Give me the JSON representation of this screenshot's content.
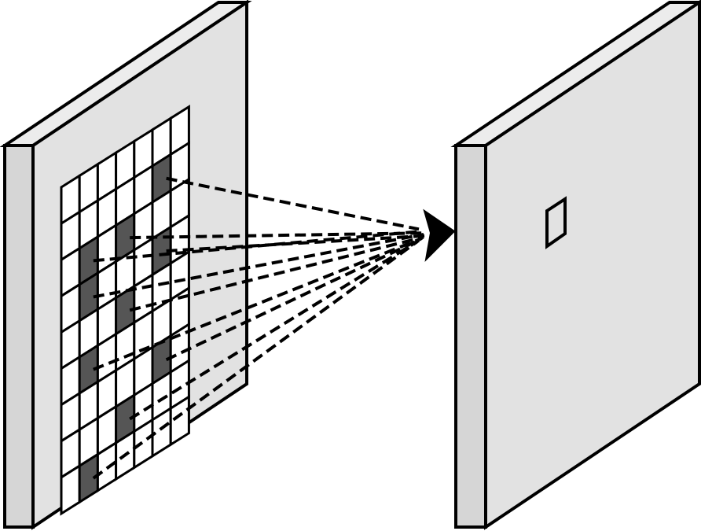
{
  "diagram": {
    "kind": "convolution-receptive-field",
    "colors": {
      "background": "#ffffff",
      "panel_face": "#e2e2e2",
      "panel_side": "#d6d6d6",
      "panel_top": "#ececec",
      "outline": "#000000",
      "filled_cell": "#555555",
      "empty_cell": "#ffffff",
      "connection_line": "#000000"
    },
    "input_layer": {
      "grid_rows": 9,
      "grid_cols": 7,
      "filled_cells": [
        [
          1,
          5
        ],
        [
          2,
          1
        ],
        [
          2,
          3
        ],
        [
          3,
          1
        ],
        [
          3,
          5
        ],
        [
          4,
          3
        ],
        [
          5,
          1
        ],
        [
          6,
          5
        ],
        [
          7,
          3
        ],
        [
          8,
          1
        ]
      ]
    },
    "connection": {
      "line_style": "dashed",
      "line_count": 10,
      "arrow_head": "filled-triangle"
    },
    "output_layer": {
      "marker": "single-neuron-square"
    }
  }
}
